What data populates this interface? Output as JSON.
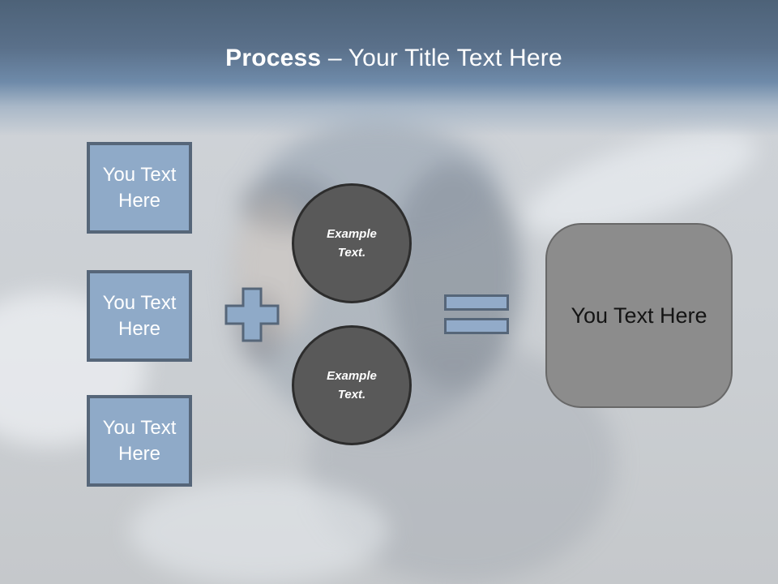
{
  "title": {
    "bold": "Process",
    "rest": "– Your Title Text Here"
  },
  "input_boxes": [
    {
      "label": "You Text Here"
    },
    {
      "label": "You Text Here"
    },
    {
      "label": "You Text Here"
    }
  ],
  "example_circles": [
    {
      "label": "Example Text."
    },
    {
      "label": "Example Text."
    }
  ],
  "result_box": {
    "label": "You Text Here"
  },
  "colors": {
    "header_top": "#4d6278",
    "header_mid": "#6e8aa9",
    "box_fill": "#8faac8",
    "box_border": "#566679",
    "circle_fill": "#595959",
    "circle_border": "#2d2d2d",
    "result_fill": "#8c8c8c",
    "result_border": "#686868",
    "title_text": "#ffffff",
    "background": "#cbcfd3"
  }
}
